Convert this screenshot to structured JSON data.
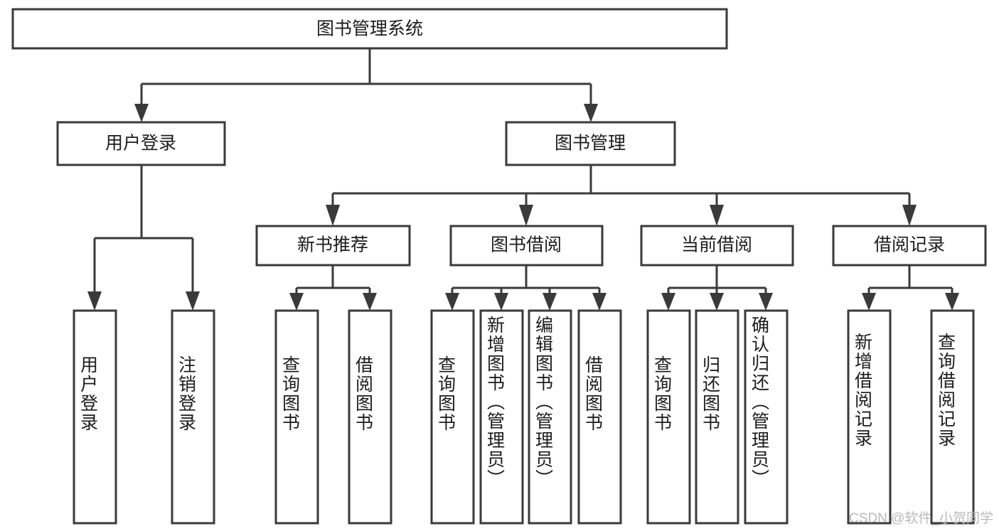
{
  "diagram": {
    "title": "图书管理系统",
    "type": "tree",
    "watermark": "CSDN @软件_小贺同学",
    "colors": {
      "box_stroke": "#3a3a3a",
      "box_fill": "#ffffff",
      "text": "#1c1c1c",
      "connector": "#3a3a3a",
      "watermark": "#b9b9b9"
    },
    "levels": {
      "root": "图书管理系统",
      "level2": [
        "用户登录",
        "图书管理"
      ],
      "level3": [
        "新书推荐",
        "图书借阅",
        "当前借阅",
        "借阅记录"
      ]
    },
    "nodes": {
      "root": {
        "label": "图书管理系统",
        "orientation": "horizontal"
      },
      "user_login": {
        "label": "用户登录",
        "orientation": "horizontal"
      },
      "book_manage": {
        "label": "图书管理",
        "orientation": "horizontal"
      },
      "new_book_rec": {
        "label": "新书推荐",
        "orientation": "horizontal"
      },
      "book_borrow": {
        "label": "图书借阅",
        "orientation": "horizontal"
      },
      "current_borrow": {
        "label": "当前借阅",
        "orientation": "horizontal"
      },
      "borrow_record": {
        "label": "借阅记录",
        "orientation": "horizontal"
      },
      "leaf_user_login": {
        "label": "用户登录",
        "orientation": "vertical"
      },
      "leaf_logout": {
        "label": "注销登录",
        "orientation": "vertical"
      },
      "leaf_query_book_rec": {
        "label": "查询图书",
        "orientation": "vertical"
      },
      "leaf_borrow_book_rec": {
        "label": "借阅图书",
        "orientation": "vertical"
      },
      "leaf_query_book_borrow": {
        "label": "查询图书",
        "orientation": "vertical"
      },
      "leaf_add_book": {
        "label": "新增图书（管理员）",
        "orientation": "vertical"
      },
      "leaf_edit_book": {
        "label": "编辑图书（管理员）",
        "orientation": "vertical"
      },
      "leaf_borrow_book": {
        "label": "借阅图书",
        "orientation": "vertical"
      },
      "leaf_query_book_current": {
        "label": "查询图书",
        "orientation": "vertical"
      },
      "leaf_return_book": {
        "label": "归还图书",
        "orientation": "vertical"
      },
      "leaf_confirm_return": {
        "label": "确认归还（管理员）",
        "orientation": "vertical"
      },
      "leaf_add_record": {
        "label": "新增借阅记录",
        "orientation": "vertical"
      },
      "leaf_query_record": {
        "label": "查询借阅记录",
        "orientation": "vertical"
      }
    },
    "groups": [
      {
        "parent": "用户登录",
        "children": [
          "用户登录",
          "注销登录"
        ]
      },
      {
        "parent": "新书推荐",
        "children": [
          "查询图书",
          "借阅图书"
        ]
      },
      {
        "parent": "图书借阅",
        "children": [
          "查询图书",
          "新增图书（管理员）",
          "编辑图书（管理员）",
          "借阅图书"
        ]
      },
      {
        "parent": "当前借阅",
        "children": [
          "查询图书",
          "归还图书",
          "确认归还（管理员）"
        ]
      },
      {
        "parent": "借阅记录",
        "children": [
          "新增借阅记录",
          "查询借阅记录"
        ]
      }
    ]
  }
}
